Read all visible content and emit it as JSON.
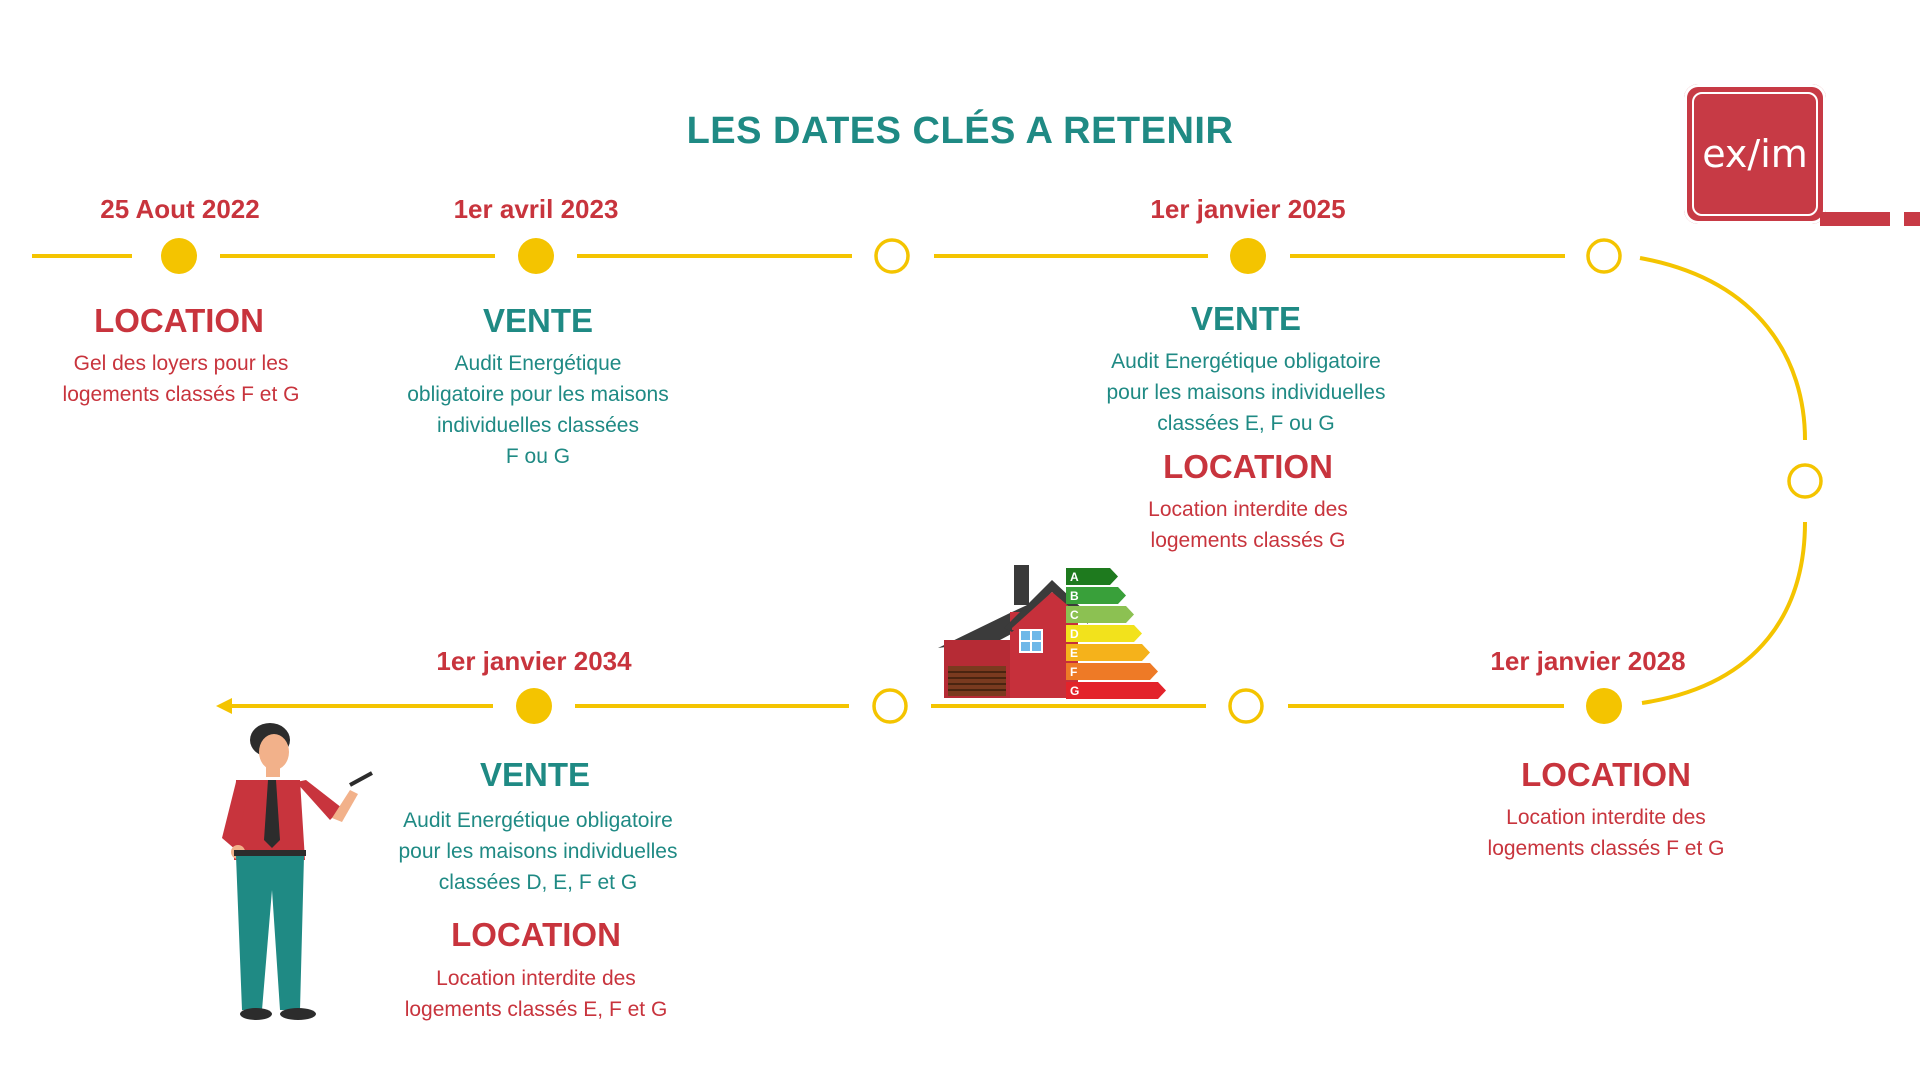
{
  "title": "LES DATES CLÉS A RETENIR",
  "logo": {
    "text": "ex/im"
  },
  "colors": {
    "red": "#c8343d",
    "teal": "#1f8a84",
    "yellow": "#f4c400"
  },
  "milestones": [
    {
      "date": "25 Aout 2022",
      "sections": [
        {
          "heading": "LOCATION",
          "lines": [
            "Gel des loyers pour les",
            "logements classés F et G"
          ]
        }
      ]
    },
    {
      "date": "1er avril 2023",
      "sections": [
        {
          "heading": "VENTE",
          "lines": [
            "Audit Energétique",
            "obligatoire pour les maisons",
            "individuelles classées",
            "F ou G"
          ]
        }
      ]
    },
    {
      "date": "1er janvier 2025",
      "sections": [
        {
          "heading": "VENTE",
          "lines": [
            "Audit Energétique obligatoire",
            "pour les maisons individuelles",
            "classées E, F ou G"
          ]
        },
        {
          "heading": "LOCATION",
          "lines": [
            "Location interdite des",
            "logements classés G"
          ]
        }
      ]
    },
    {
      "date": "1er janvier 2028",
      "sections": [
        {
          "heading": "LOCATION",
          "lines": [
            "Location interdite des",
            "logements classés F et G"
          ]
        }
      ]
    },
    {
      "date": "1er janvier 2034",
      "sections": [
        {
          "heading": "VENTE",
          "lines": [
            "Audit Energétique obligatoire",
            "pour les maisons individuelles",
            "classées  D, E, F et G"
          ]
        },
        {
          "heading": "LOCATION",
          "lines": [
            "Location interdite des",
            "logements classés E, F et G"
          ]
        }
      ]
    }
  ],
  "energy_label": {
    "classes": [
      {
        "letter": "A",
        "color": "#1e7a1e"
      },
      {
        "letter": "B",
        "color": "#39a03a"
      },
      {
        "letter": "C",
        "color": "#8cc152"
      },
      {
        "letter": "D",
        "color": "#f2e21c"
      },
      {
        "letter": "E",
        "color": "#f5b21b"
      },
      {
        "letter": "F",
        "color": "#ee7a26"
      },
      {
        "letter": "G",
        "color": "#e3232b"
      }
    ]
  }
}
